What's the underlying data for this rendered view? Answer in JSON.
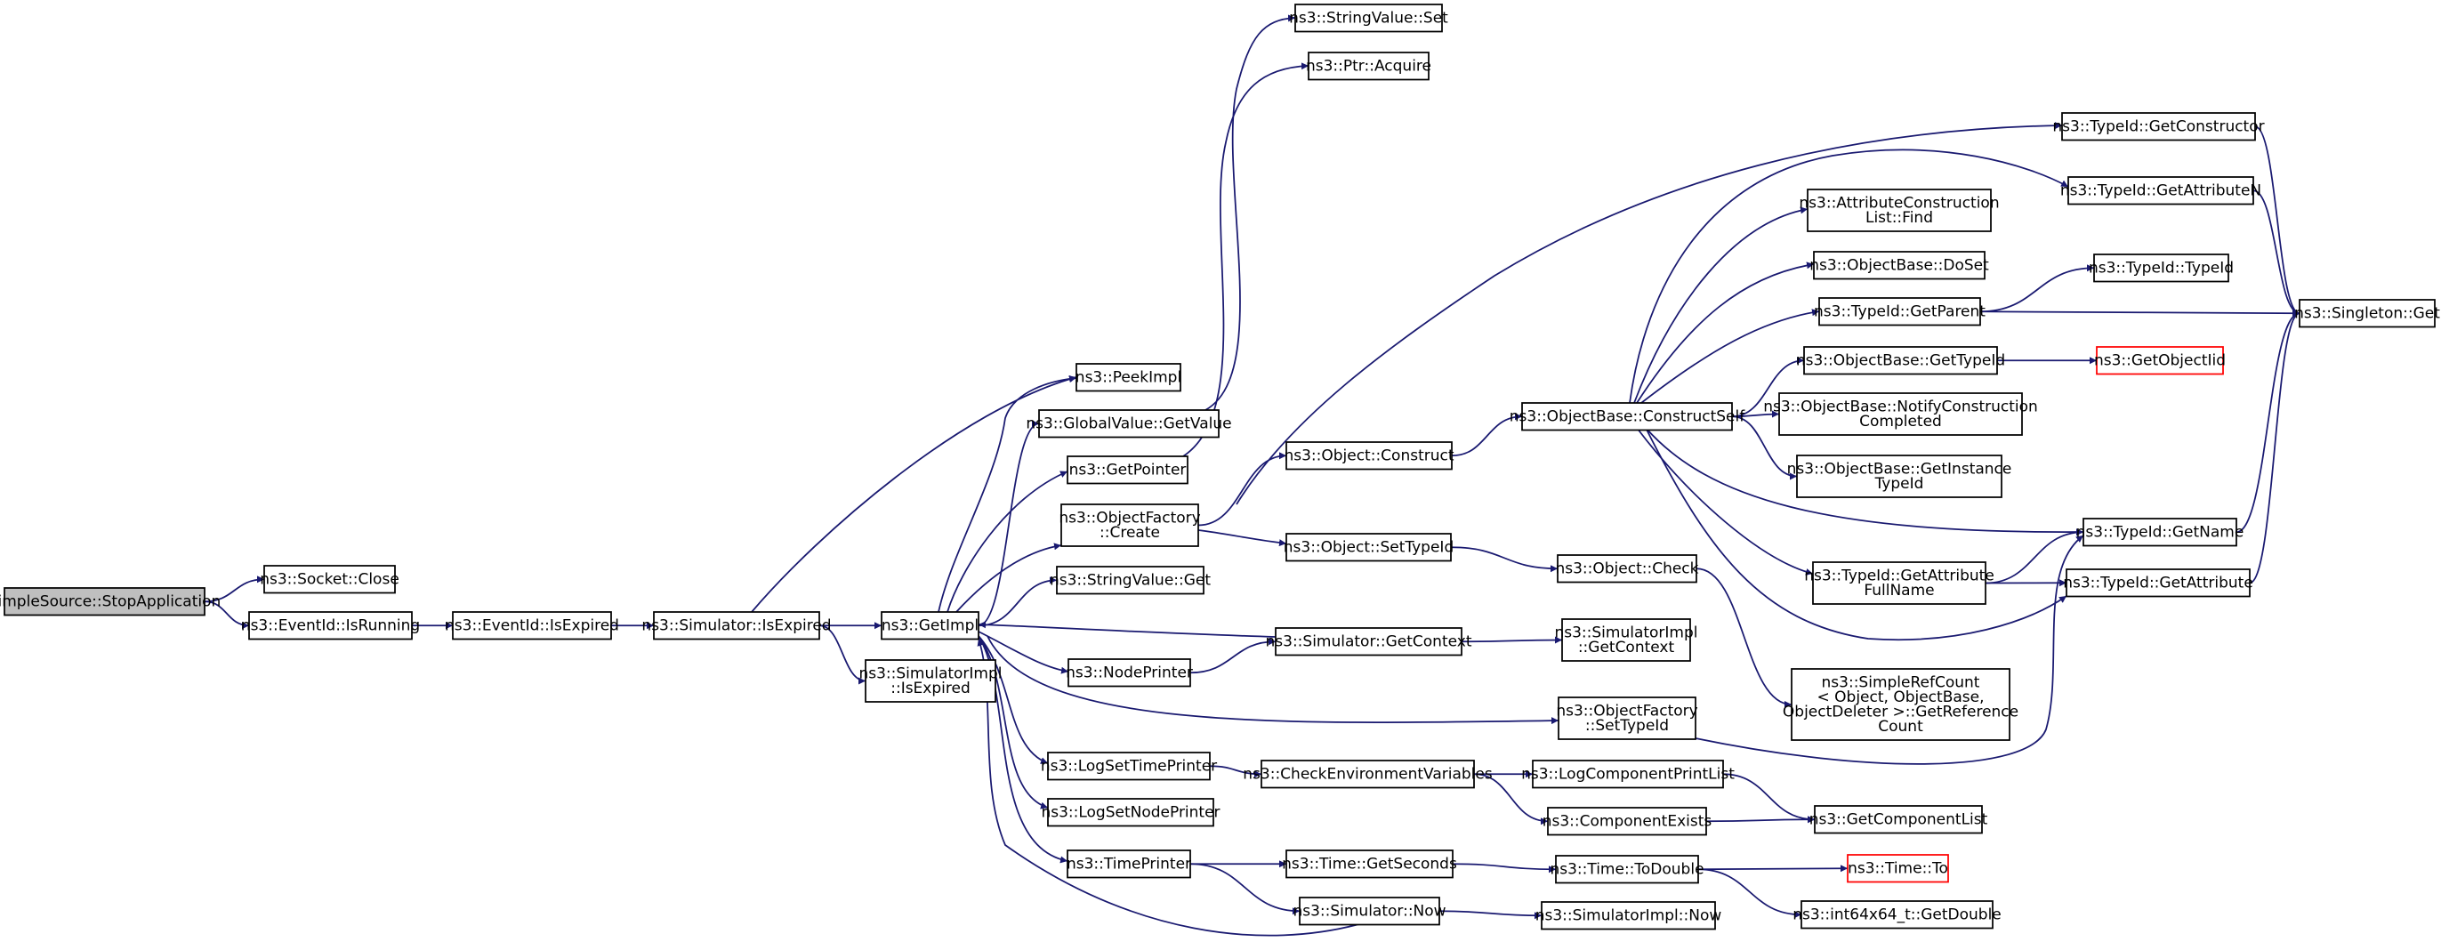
{
  "colors": {
    "edge": "#191970",
    "root_fill": "#bfbfbf",
    "border": "#000000",
    "missing_border": "#ff0000"
  },
  "nodes": {
    "n_stop": [
      "SimpleSource::StopApplication"
    ],
    "n_close": [
      "ns3::Socket::Close"
    ],
    "n_isrunning": [
      "ns3::EventId::IsRunning"
    ],
    "n_eid_isexpired": [
      "ns3::EventId::IsExpired"
    ],
    "n_sim_isexpired": [
      "ns3::Simulator::IsExpired"
    ],
    "n_getimpl": [
      "ns3::GetImpl"
    ],
    "n_simimpl_isexpired": [
      "ns3::SimulatorImpl",
      "::IsExpired"
    ],
    "n_stringvalue_set": [
      "ns3::StringValue::Set"
    ],
    "n_ptr_acquire": [
      "ns3::Ptr::Acquire"
    ],
    "n_peekimpl": [
      "ns3::PeekImpl"
    ],
    "n_globalvalue_getvalue": [
      "ns3::GlobalValue::GetValue"
    ],
    "n_getpointer": [
      "ns3::GetPointer"
    ],
    "n_objfactory_create": [
      "ns3::ObjectFactory",
      "::Create"
    ],
    "n_stringvalue_get": [
      "ns3::StringValue::Get"
    ],
    "n_nodeprinter": [
      "ns3::NodePrinter"
    ],
    "n_logsettimeprinter": [
      "ns3::LogSetTimePrinter"
    ],
    "n_logsetnodeprinter": [
      "ns3::LogSetNodePrinter"
    ],
    "n_timeprinter": [
      "ns3::TimePrinter"
    ],
    "n_object_construct": [
      "ns3::Object::Construct"
    ],
    "n_object_settypeid": [
      "ns3::Object::SetTypeId"
    ],
    "n_sim_getcontext": [
      "ns3::Simulator::GetContext"
    ],
    "n_checkenv": [
      "ns3::CheckEnvironmentVariables"
    ],
    "n_time_getseconds": [
      "ns3::Time::GetSeconds"
    ],
    "n_sim_now": [
      "ns3::Simulator::Now"
    ],
    "n_objbase_constructself": [
      "ns3::ObjectBase::ConstructSelf"
    ],
    "n_object_check": [
      "ns3::Object::Check"
    ],
    "n_simimpl_getcontext": [
      "ns3::SimulatorImpl",
      "::GetContext"
    ],
    "n_objfactory_settypeid": [
      "ns3::ObjectFactory",
      "::SetTypeId"
    ],
    "n_logcomponentprintlist": [
      "ns3::LogComponentPrintList"
    ],
    "n_componentexists": [
      "ns3::ComponentExists"
    ],
    "n_time_todouble": [
      "ns3::Time::ToDouble"
    ],
    "n_simimpl_now": [
      "ns3::SimulatorImpl::Now"
    ],
    "n_attrconstructionlist_find": [
      "ns3::AttributeConstruction",
      "List::Find"
    ],
    "n_objbase_doset": [
      "ns3::ObjectBase::DoSet"
    ],
    "n_typeid_getparent": [
      "ns3::TypeId::GetParent"
    ],
    "n_objbase_gettypeid": [
      "ns3::ObjectBase::GetTypeId"
    ],
    "n_objbase_notify": [
      "ns3::ObjectBase::NotifyConstruction",
      "Completed"
    ],
    "n_objbase_getinstancetypeid": [
      "ns3::ObjectBase::GetInstance",
      "TypeId"
    ],
    "n_typeid_getattributefullname": [
      "ns3::TypeId::GetAttribute",
      "FullName"
    ],
    "n_simplerefcount": [
      "ns3::SimpleRefCount",
      "< Object, ObjectBase,",
      "ObjectDeleter >::GetReference",
      "Count"
    ],
    "n_getcomponentlist": [
      "ns3::GetComponentList"
    ],
    "n_time_to": [
      "ns3::Time::To"
    ],
    "n_int64x64": [
      "ns3::int64x64_t::GetDouble"
    ],
    "n_typeid_getconstructor": [
      "ns3::TypeId::GetConstructor"
    ],
    "n_typeid_getattributen": [
      "ns3::TypeId::GetAttributeN"
    ],
    "n_typeid_typeid": [
      "ns3::TypeId::TypeId"
    ],
    "n_getobjectiid": [
      "ns3::GetObjectIid"
    ],
    "n_typeid_getname": [
      "ns3::TypeId::GetName"
    ],
    "n_typeid_getattribute": [
      "ns3::TypeId::GetAttribute"
    ],
    "n_singleton_get": [
      "ns3::Singleton::Get"
    ]
  },
  "edges": [
    [
      "n_stop",
      "n_close"
    ],
    [
      "n_stop",
      "n_isrunning"
    ],
    [
      "n_isrunning",
      "n_eid_isexpired"
    ],
    [
      "n_eid_isexpired",
      "n_sim_isexpired"
    ],
    [
      "n_sim_isexpired",
      "n_getimpl"
    ],
    [
      "n_sim_isexpired",
      "n_simimpl_isexpired"
    ],
    [
      "n_sim_isexpired",
      "n_peekimpl"
    ],
    [
      "n_getimpl",
      "n_peekimpl"
    ],
    [
      "n_getimpl",
      "n_globalvalue_getvalue"
    ],
    [
      "n_getimpl",
      "n_getpointer"
    ],
    [
      "n_getimpl",
      "n_objfactory_create"
    ],
    [
      "n_getimpl",
      "n_stringvalue_get"
    ],
    [
      "n_getimpl",
      "n_nodeprinter"
    ],
    [
      "n_getimpl",
      "n_logsettimeprinter"
    ],
    [
      "n_getimpl",
      "n_logsetnodeprinter"
    ],
    [
      "n_getimpl",
      "n_timeprinter"
    ],
    [
      "n_getimpl",
      "n_objfactory_settypeid"
    ],
    [
      "n_globalvalue_getvalue",
      "n_stringvalue_set"
    ],
    [
      "n_getpointer",
      "n_ptr_acquire"
    ],
    [
      "n_objfactory_create",
      "n_object_construct"
    ],
    [
      "n_objfactory_create",
      "n_object_settypeid"
    ],
    [
      "n_objfactory_create",
      "n_typeid_getconstructor"
    ],
    [
      "n_nodeprinter",
      "n_sim_getcontext"
    ],
    [
      "n_sim_getcontext",
      "n_getimpl"
    ],
    [
      "n_sim_getcontext",
      "n_simimpl_getcontext"
    ],
    [
      "n_logsettimeprinter",
      "n_checkenv"
    ],
    [
      "n_checkenv",
      "n_logcomponentprintlist"
    ],
    [
      "n_checkenv",
      "n_componentexists"
    ],
    [
      "n_timeprinter",
      "n_time_getseconds"
    ],
    [
      "n_timeprinter",
      "n_sim_now"
    ],
    [
      "n_sim_now",
      "n_getimpl"
    ],
    [
      "n_sim_now",
      "n_simimpl_now"
    ],
    [
      "n_object_construct",
      "n_objbase_constructself"
    ],
    [
      "n_object_settypeid",
      "n_object_check"
    ],
    [
      "n_object_check",
      "n_simplerefcount"
    ],
    [
      "n_objfactory_settypeid",
      "n_typeid_getname"
    ],
    [
      "n_logcomponentprintlist",
      "n_getcomponentlist"
    ],
    [
      "n_componentexists",
      "n_getcomponentlist"
    ],
    [
      "n_time_getseconds",
      "n_time_todouble"
    ],
    [
      "n_time_todouble",
      "n_time_to"
    ],
    [
      "n_time_todouble",
      "n_int64x64"
    ],
    [
      "n_objbase_constructself",
      "n_attrconstructionlist_find"
    ],
    [
      "n_objbase_constructself",
      "n_objbase_doset"
    ],
    [
      "n_objbase_constructself",
      "n_typeid_getparent"
    ],
    [
      "n_objbase_constructself",
      "n_objbase_gettypeid"
    ],
    [
      "n_objbase_constructself",
      "n_objbase_notify"
    ],
    [
      "n_objbase_constructself",
      "n_objbase_getinstancetypeid"
    ],
    [
      "n_objbase_constructself",
      "n_typeid_getattributefullname"
    ],
    [
      "n_objbase_constructself",
      "n_typeid_getattributen"
    ],
    [
      "n_objbase_constructself",
      "n_typeid_getname"
    ],
    [
      "n_objbase_constructself",
      "n_typeid_getattribute"
    ],
    [
      "n_typeid_getparent",
      "n_typeid_typeid"
    ],
    [
      "n_typeid_getparent",
      "n_singleton_get"
    ],
    [
      "n_objbase_gettypeid",
      "n_getobjectiid"
    ],
    [
      "n_typeid_getattributefullname",
      "n_typeid_getname"
    ],
    [
      "n_typeid_getattributefullname",
      "n_typeid_getattribute"
    ],
    [
      "n_typeid_getconstructor",
      "n_singleton_get"
    ],
    [
      "n_typeid_getattributen",
      "n_singleton_get"
    ],
    [
      "n_typeid_getname",
      "n_singleton_get"
    ],
    [
      "n_typeid_getattribute",
      "n_singleton_get"
    ]
  ]
}
